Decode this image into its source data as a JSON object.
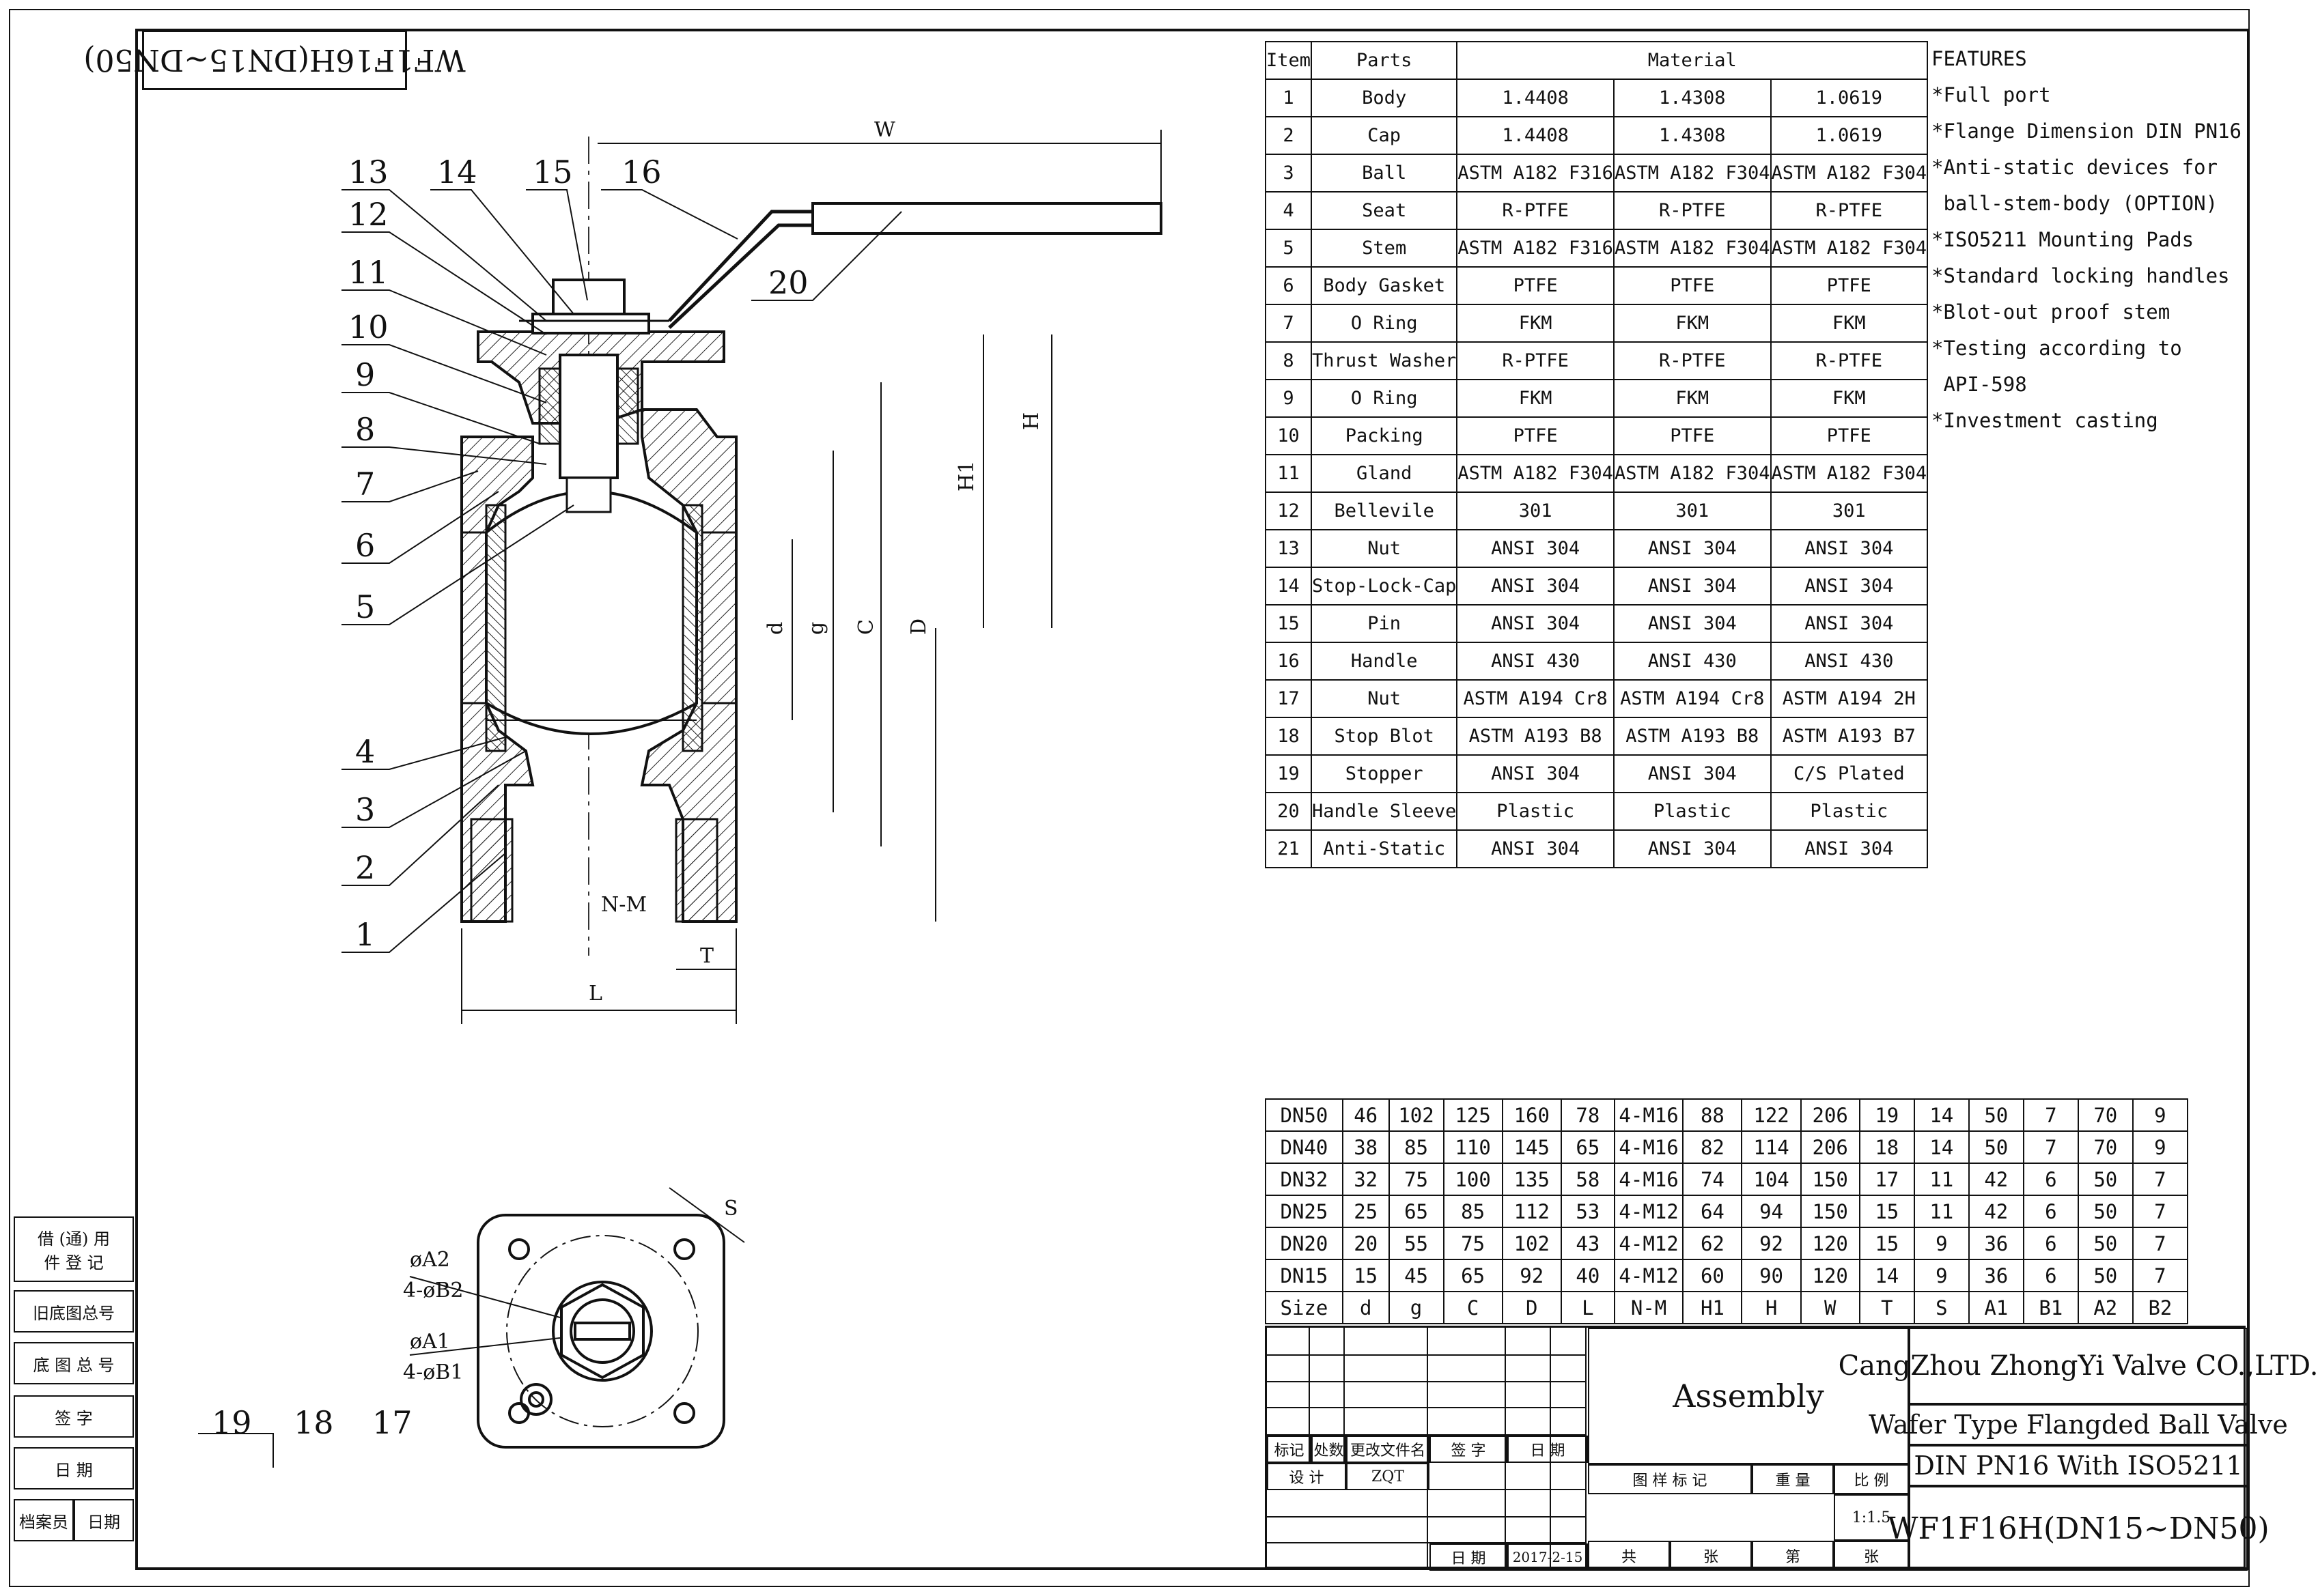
{
  "drawing_title": "WF1F16H(DN15~DN50)",
  "material_table": {
    "headers": [
      "Item",
      "Parts",
      "Material"
    ],
    "rows": [
      [
        "1",
        "Body",
        "1.4408",
        "1.4308",
        "1.0619"
      ],
      [
        "2",
        "Cap",
        "1.4408",
        "1.4308",
        "1.0619"
      ],
      [
        "3",
        "Ball",
        "ASTM A182 F316",
        "ASTM A182 F304",
        "ASTM A182 F304"
      ],
      [
        "4",
        "Seat",
        "R-PTFE",
        "R-PTFE",
        "R-PTFE"
      ],
      [
        "5",
        "Stem",
        "ASTM A182 F316",
        "ASTM A182 F304",
        "ASTM A182 F304"
      ],
      [
        "6",
        "Body Gasket",
        "PTFE",
        "PTFE",
        "PTFE"
      ],
      [
        "7",
        "O Ring",
        "FKM",
        "FKM",
        "FKM"
      ],
      [
        "8",
        "Thrust Washer",
        "R-PTFE",
        "R-PTFE",
        "R-PTFE"
      ],
      [
        "9",
        "O Ring",
        "FKM",
        "FKM",
        "FKM"
      ],
      [
        "10",
        "Packing",
        "PTFE",
        "PTFE",
        "PTFE"
      ],
      [
        "11",
        "Gland",
        "ASTM A182 F304",
        "ASTM A182 F304",
        "ASTM A182 F304"
      ],
      [
        "12",
        "Bellevile",
        "301",
        "301",
        "301"
      ],
      [
        "13",
        "Nut",
        "ANSI 304",
        "ANSI 304",
        "ANSI 304"
      ],
      [
        "14",
        "Stop-Lock-Cap",
        "ANSI 304",
        "ANSI 304",
        "ANSI 304"
      ],
      [
        "15",
        "Pin",
        "ANSI 304",
        "ANSI 304",
        "ANSI 304"
      ],
      [
        "16",
        "Handle",
        "ANSI 430",
        "ANSI 430",
        "ANSI 430"
      ],
      [
        "17",
        "Nut",
        "ASTM A194 Cr8",
        "ASTM A194 Cr8",
        "ASTM A194 2H"
      ],
      [
        "18",
        "Stop Blot",
        "ASTM A193 B8",
        "ASTM A193 B8",
        "ASTM A193 B7"
      ],
      [
        "19",
        "Stopper",
        "ANSI 304",
        "ANSI 304",
        "C/S Plated"
      ],
      [
        "20",
        "Handle Sleeve",
        "Plastic",
        "Plastic",
        "Plastic"
      ],
      [
        "21",
        "Anti-Static",
        "ANSI 304",
        "ANSI 304",
        "ANSI 304"
      ]
    ]
  },
  "features": {
    "title": "FEATURES",
    "items": [
      "*Full port",
      "*Flange Dimension DIN PN16",
      "*Anti-static devices for",
      " ball-stem-body (OPTION)",
      "*ISO5211 Mounting Pads",
      "*Standard locking handles",
      "*Blot-out proof stem",
      "*Testing according to",
      " API-598",
      "*Investment casting"
    ]
  },
  "dimension_table": {
    "rows": [
      [
        "DN50",
        "46",
        "102",
        "125",
        "160",
        "78",
        "4-M16",
        "88",
        "122",
        "206",
        "19",
        "14",
        "50",
        "7",
        "70",
        "9"
      ],
      [
        "DN40",
        "38",
        "85",
        "110",
        "145",
        "65",
        "4-M16",
        "82",
        "114",
        "206",
        "18",
        "14",
        "50",
        "7",
        "70",
        "9"
      ],
      [
        "DN32",
        "32",
        "75",
        "100",
        "135",
        "58",
        "4-M16",
        "74",
        "104",
        "150",
        "17",
        "11",
        "42",
        "6",
        "50",
        "7"
      ],
      [
        "DN25",
        "25",
        "65",
        "85",
        "112",
        "53",
        "4-M12",
        "64",
        "94",
        "150",
        "15",
        "11",
        "42",
        "6",
        "50",
        "7"
      ],
      [
        "DN20",
        "20",
        "55",
        "75",
        "102",
        "43",
        "4-M12",
        "62",
        "92",
        "120",
        "15",
        "9",
        "36",
        "6",
        "50",
        "7"
      ],
      [
        "DN15",
        "15",
        "45",
        "65",
        "92",
        "40",
        "4-M12",
        "60",
        "90",
        "120",
        "14",
        "9",
        "36",
        "6",
        "50",
        "7"
      ]
    ],
    "header": [
      "Size",
      "d",
      "g",
      "C",
      "D",
      "L",
      "N-M",
      "H1",
      "H",
      "W",
      "T",
      "S",
      "A1",
      "B1",
      "A2",
      "B2"
    ]
  },
  "title_block": {
    "assembly": "Assembly",
    "company": "CangZhou ZhongYi Valve CO.,LTD.",
    "product": "Wafer Type Flangded Ball Valve",
    "standard": "DIN PN16 With ISO5211",
    "model": "WF1F16H(DN15~DN50)",
    "labels": {
      "mark": "标记",
      "count": "处数",
      "change_doc": "更改文件名",
      "sign": "签 字",
      "date": "日 期",
      "design": "设 计",
      "designer": "ZQT",
      "sample_mark": "图 样 标 记",
      "weight": "重 量",
      "scale": "比 例",
      "scale_value": "1:1.5",
      "date2": "日 期",
      "date_value": "2017-2-15",
      "total": "共",
      "sheets": "张",
      "sheet_no": "第",
      "sheets2": "张"
    }
  },
  "side_block": {
    "items": [
      "借 (通) 用 件 登 记",
      "旧底图总号",
      "底 图 总 号",
      "签  字",
      "日  期"
    ],
    "bottom_left": "档案员",
    "bottom_right": "日期"
  },
  "callouts": [
    "1",
    "2",
    "3",
    "4",
    "5",
    "6",
    "7",
    "8",
    "9",
    "10",
    "11",
    "12",
    "13",
    "14",
    "15",
    "16",
    "17",
    "18",
    "19",
    "20"
  ],
  "dimension_labels": {
    "W": "W",
    "H": "H",
    "H1": "H1",
    "d": "d",
    "g": "g",
    "C": "C",
    "D": "D",
    "NM": "N-M",
    "T": "T",
    "L": "L",
    "S": "S",
    "A2": "øA2",
    "B2": "4-øB2",
    "A1": "øA1",
    "B1": "4-øB1"
  }
}
